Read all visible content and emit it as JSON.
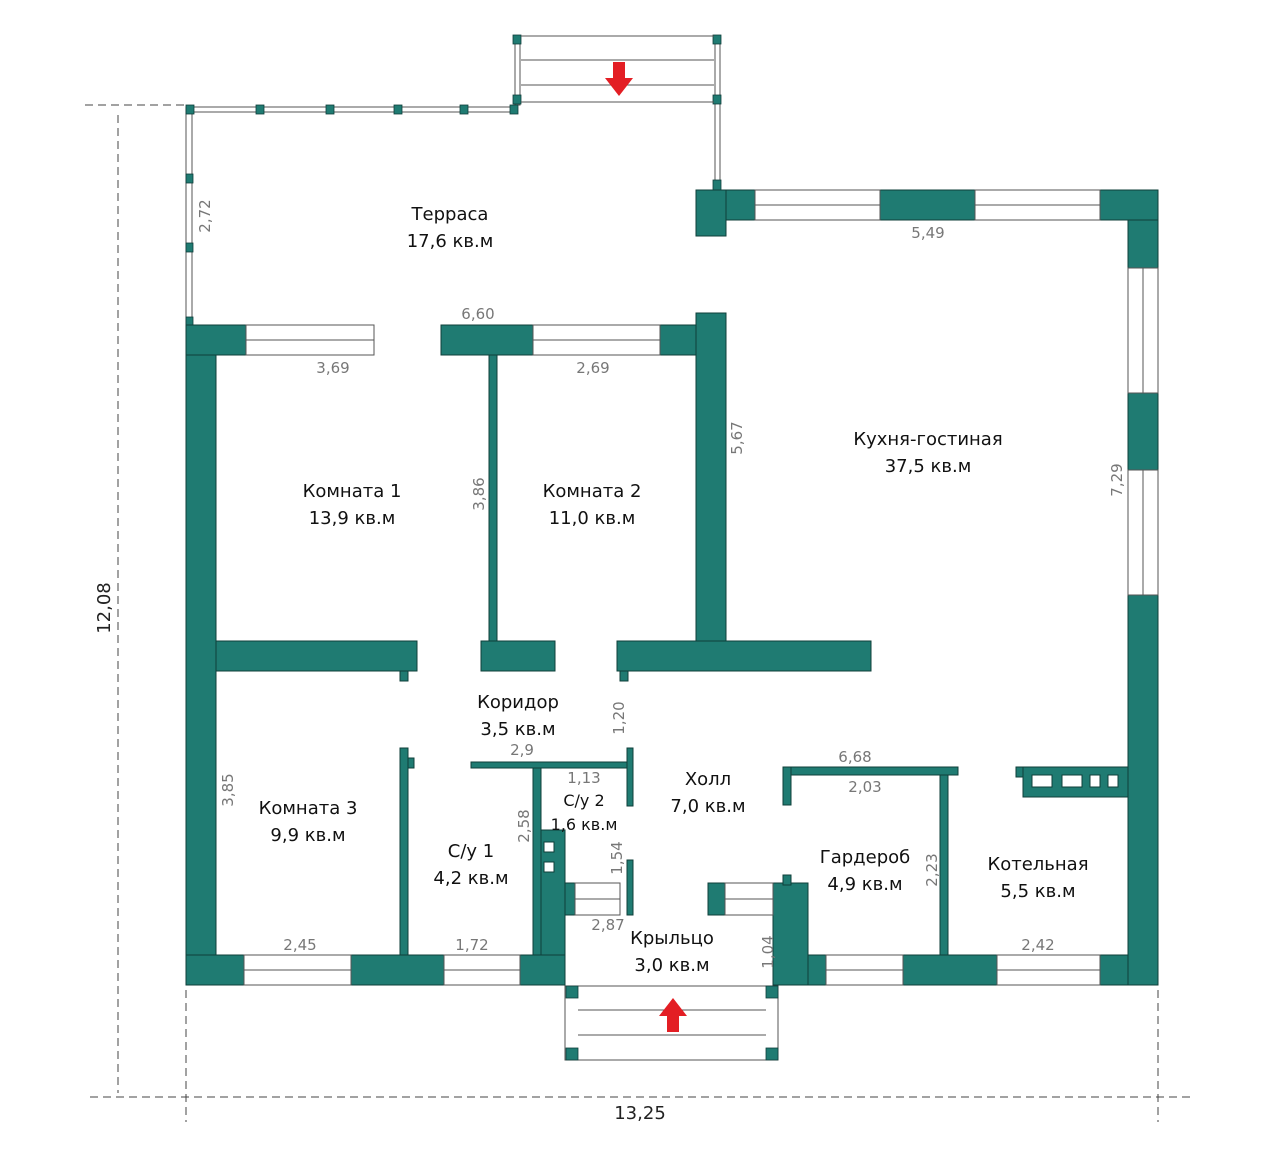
{
  "colors": {
    "wall": "#1f7b72",
    "arrow": "#e31e24"
  },
  "rooms": [
    {
      "name": "Терраса",
      "area": "17,6 кв.м"
    },
    {
      "name": "Кухня-гостиная",
      "area": "37,5 кв.м"
    },
    {
      "name": "Комната 1",
      "area": "13,9 кв.м"
    },
    {
      "name": "Комната 2",
      "area": "11,0 кв.м"
    },
    {
      "name": "Коридор",
      "area": "3,5 кв.м"
    },
    {
      "name": "Холл",
      "area": "7,0 кв.м"
    },
    {
      "name": "Комната 3",
      "area": "9,9 кв.м"
    },
    {
      "name": "С/у 1",
      "area": "4,2 кв.м"
    },
    {
      "name": "С/у 2",
      "area": "1,6 кв.м"
    },
    {
      "name": "Гардероб",
      "area": "4,9 кв.м"
    },
    {
      "name": "Котельная",
      "area": "5,5 кв.м"
    },
    {
      "name": "Крыльцо",
      "area": "3,0 кв.м"
    }
  ],
  "dimensions": {
    "total_width": "13,25",
    "total_height": "12,08",
    "terrace_side": "2,72",
    "kitchen_top": "5,49",
    "kitchen_right": "7,29",
    "kitchen_left": "5,67",
    "room1_top": "3,69",
    "top_span": "6,60",
    "room2_top": "2,69",
    "room1_room2_wall": "3,86",
    "corridor": "2,9",
    "corridor_side": "1,20",
    "su2_top": "1,13",
    "su1_side": "2,58",
    "su2_side": "1,54",
    "room3_side": "3,85",
    "room3_bottom": "2,45",
    "su1_bottom": "1,72",
    "porch_top": "2,87",
    "porch_side": "1,04",
    "hall_span": "6,68",
    "wardrobe_top": "2,03",
    "wardrobe_side": "2,23",
    "boiler_bottom": "2,42"
  }
}
